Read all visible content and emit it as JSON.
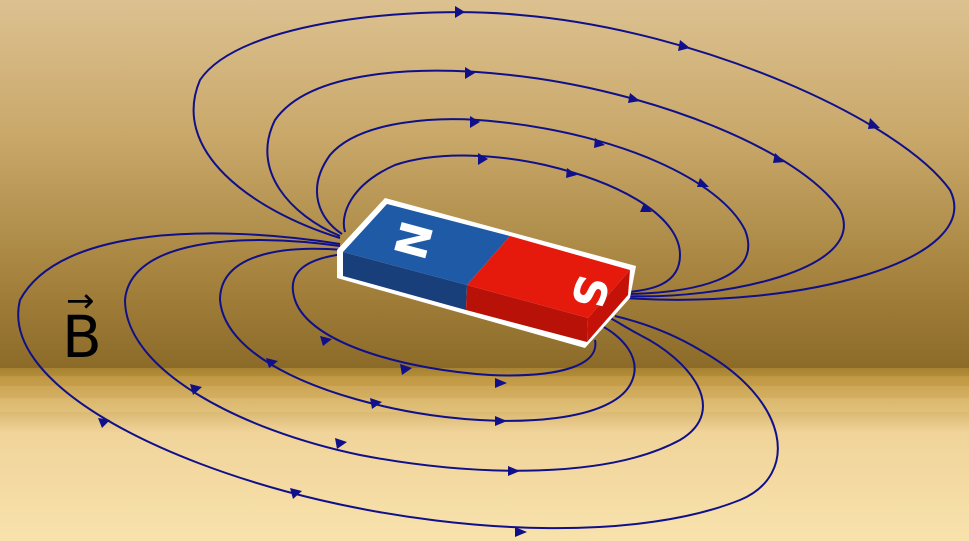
{
  "field_label": {
    "arrow": "→",
    "letter": "B"
  },
  "magnet": {
    "north_label": "N",
    "south_label": "S",
    "north_color": "#1f5aa6",
    "south_color": "#e0140a"
  },
  "colors": {
    "field_line": "#10108a",
    "background_top": "#dcc08e",
    "background_mid": "#8c6a2a",
    "floor": "#f6dfa8"
  },
  "field_line_count": 8
}
